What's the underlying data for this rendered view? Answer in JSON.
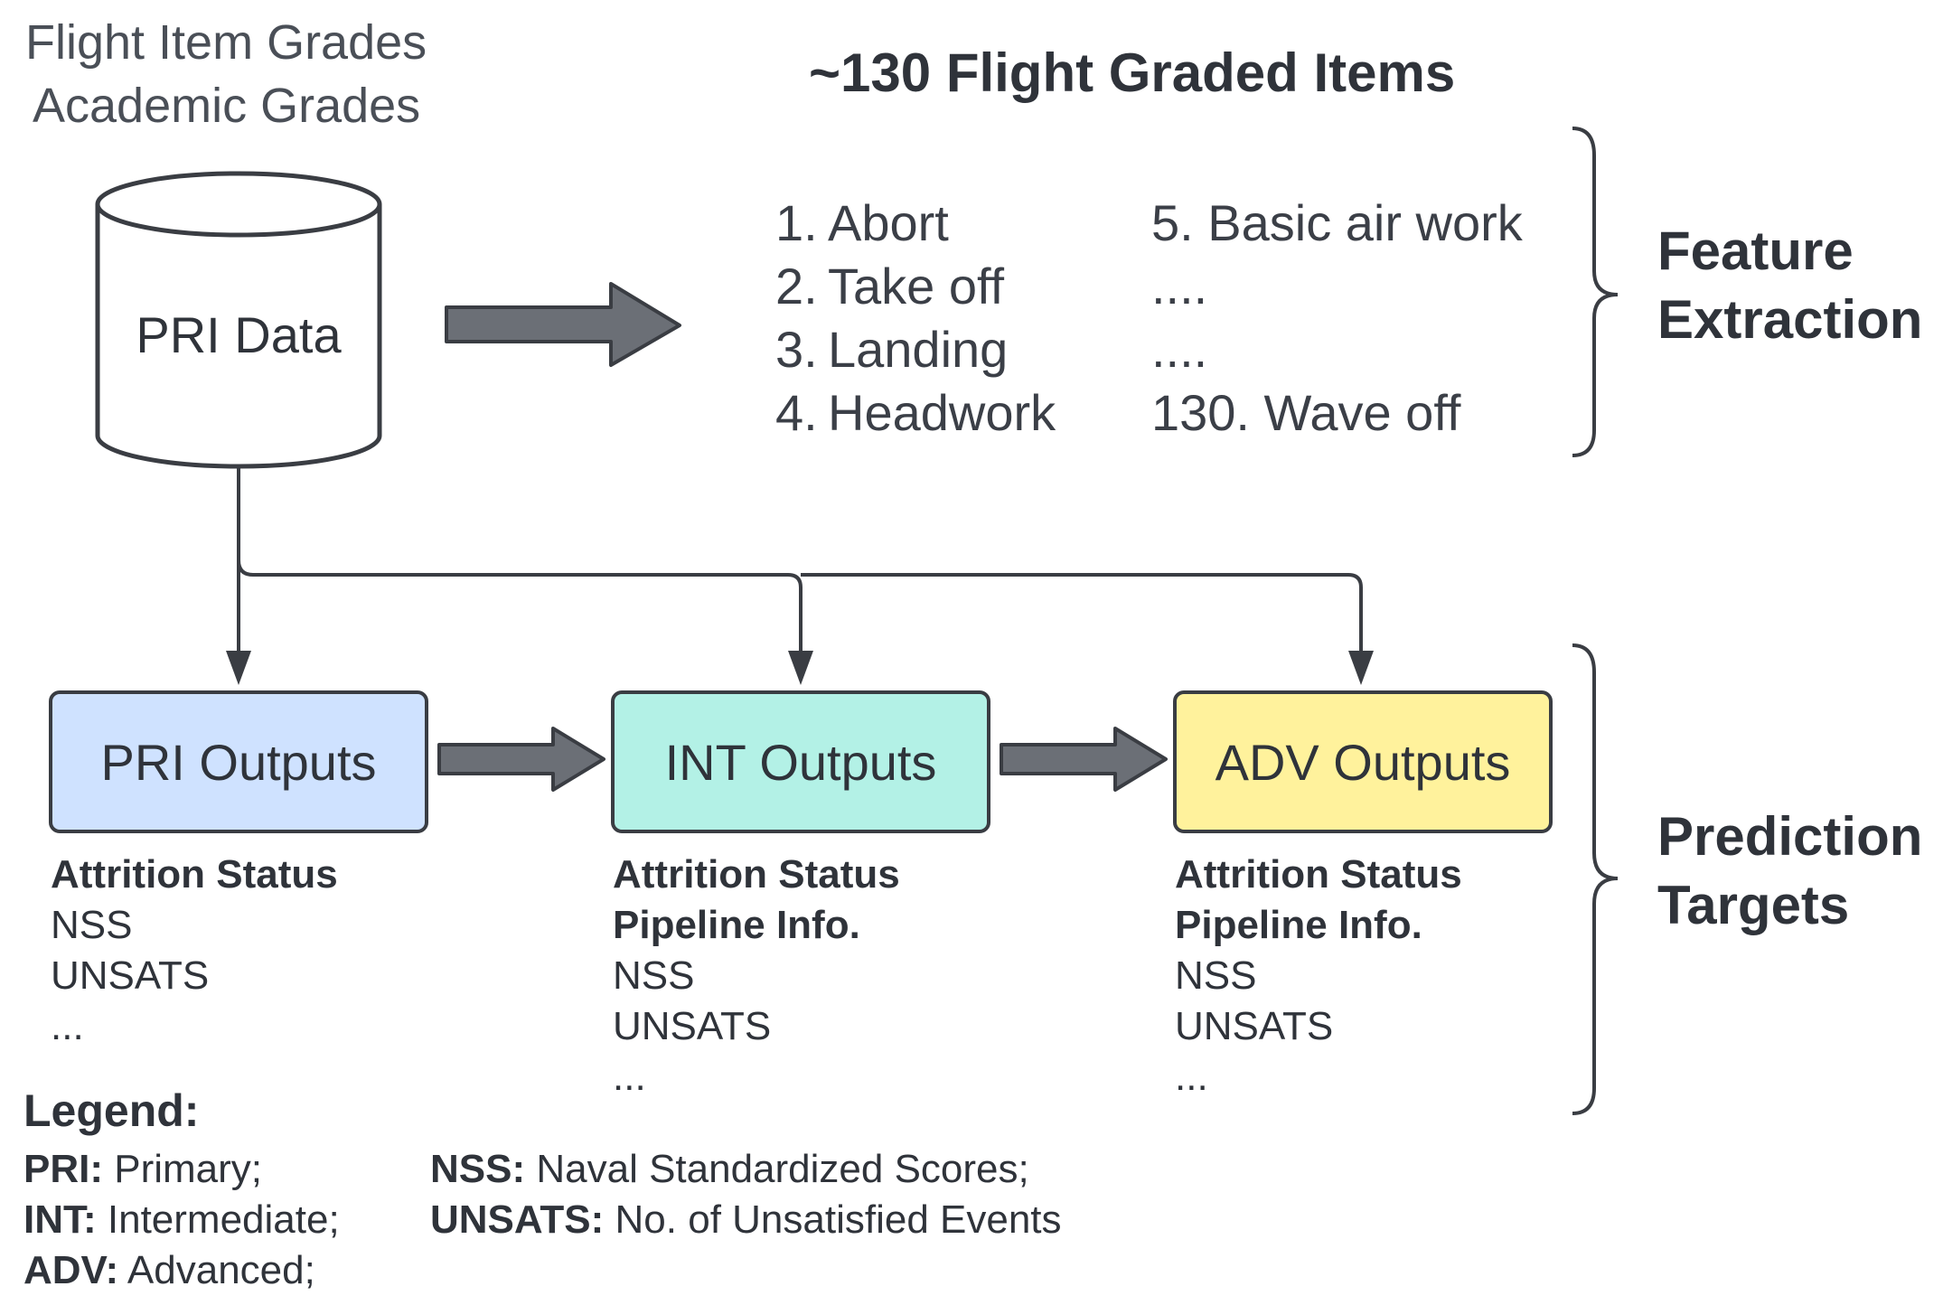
{
  "source_labels": {
    "line1": "Flight Item Grades",
    "line2": "Academic Grades"
  },
  "database": {
    "label": "PRI Data"
  },
  "items_title": "~130 Flight Graded Items",
  "items_left": [
    {
      "num": "1.",
      "text": "Abort"
    },
    {
      "num": "2.",
      "text": "Take off"
    },
    {
      "num": "3.",
      "text": "Landing"
    },
    {
      "num": "4.",
      "text": "Headwork"
    }
  ],
  "items_right": [
    "5. Basic air work",
    "....",
    "....",
    "130. Wave off"
  ],
  "braces": {
    "feature": {
      "line1": "Feature",
      "line2": "Extraction"
    },
    "prediction": {
      "line1": "Prediction",
      "line2": "Targets"
    }
  },
  "boxes": {
    "pri": {
      "label": "PRI Outputs",
      "color": "#cfe2ff"
    },
    "int": {
      "label": "INT Outputs",
      "color": "#b3f1e6"
    },
    "adv": {
      "label": "ADV Outputs",
      "color": "#fff29c"
    }
  },
  "outputs": {
    "pri": {
      "bold": [
        "Attrition Status"
      ],
      "plain": [
        "NSS",
        "UNSATS",
        "..."
      ]
    },
    "int": {
      "bold": [
        "Attrition Status",
        "Pipeline Info."
      ],
      "plain": [
        "NSS",
        "UNSATS",
        "..."
      ]
    },
    "adv": {
      "bold": [
        "Attrition Status",
        "Pipeline Info."
      ],
      "plain": [
        "NSS",
        "UNSATS",
        "..."
      ]
    }
  },
  "legend": {
    "title": "Legend:",
    "col1": [
      {
        "term": "PRI:",
        "def": " Primary;"
      },
      {
        "term": "INT:",
        "def": " Intermediate;"
      },
      {
        "term": "ADV:",
        "def": " Advanced;"
      }
    ],
    "col2": [
      {
        "term": "NSS:",
        "def": " Naval Standardized Scores;"
      },
      {
        "term": "UNSATS:",
        "def": " No. of Unsatisfied Events"
      }
    ]
  },
  "colors": {
    "stroke": "#3a3d43",
    "arrow_fill": "#6b6f76"
  }
}
